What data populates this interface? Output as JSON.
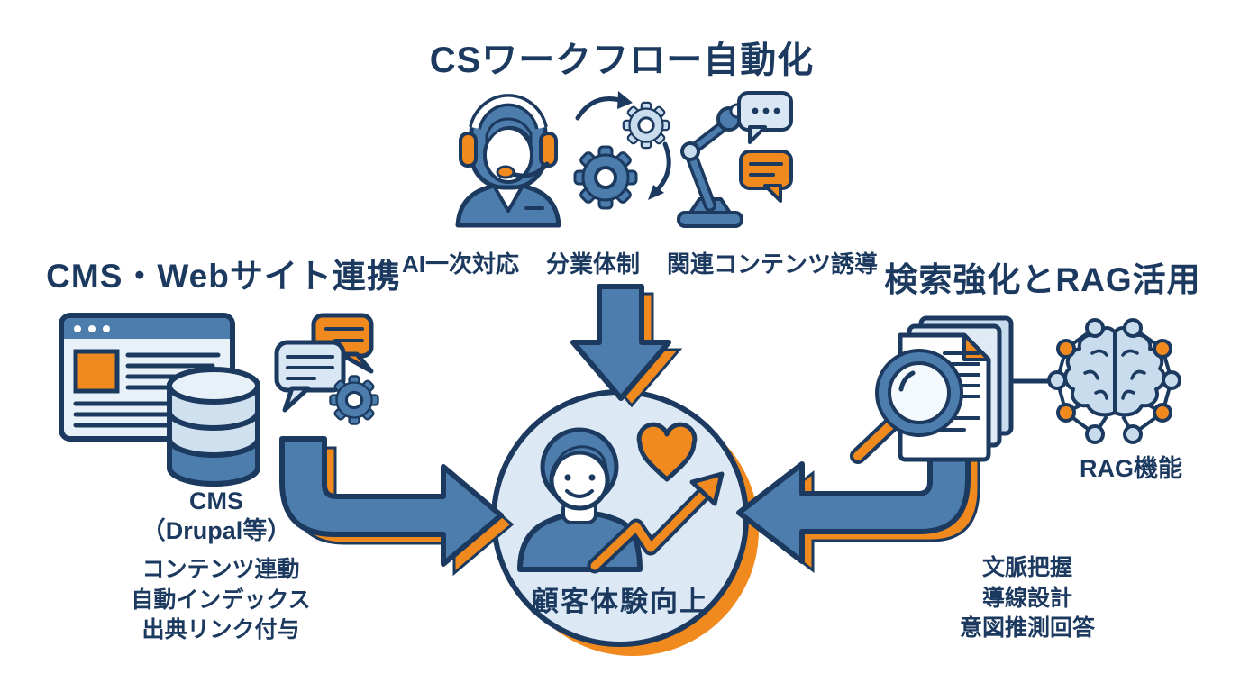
{
  "colors": {
    "navy": "#1c3a5f",
    "blue": "#4d7dad",
    "light_blue": "#d9e7f4",
    "pale_blue": "#c9dcee",
    "very_pale_blue": "#e9f1f8",
    "orange": "#f08a1f",
    "background": "#ffffff"
  },
  "top": {
    "title": "CSワークフロー自動化",
    "captions": [
      "AI一次対応",
      "分業体制",
      "関連コンテンツ誘導"
    ],
    "icons": [
      "support-agent-icon",
      "gears-sync-icon",
      "robot-arm-icon",
      "chat-bubbles-icon"
    ]
  },
  "left": {
    "title": "CMS・Webサイト連携",
    "db_label": {
      "lines": [
        "CMS",
        "（Drupal等）"
      ]
    },
    "bullets": [
      "コンテンツ連動",
      "自動インデックス",
      "出典リンク付与"
    ],
    "icons": [
      "browser-window-icon",
      "database-icon",
      "chat-gear-icon"
    ]
  },
  "right": {
    "title": "検索強化とRAG活用",
    "brain_label": "RAG機能",
    "bullets": [
      "文脈把握",
      "導線設計",
      "意図推測回答"
    ],
    "icons": [
      "magnifier-documents-icon",
      "brain-network-icon"
    ]
  },
  "center": {
    "label": "顧客体験向上",
    "icons": [
      "person-icon",
      "heart-icon",
      "growth-arrow-icon"
    ]
  },
  "arrows": [
    "arrow-down-icon",
    "arrow-elbow-left-to-center-icon",
    "arrow-elbow-right-to-center-icon"
  ]
}
